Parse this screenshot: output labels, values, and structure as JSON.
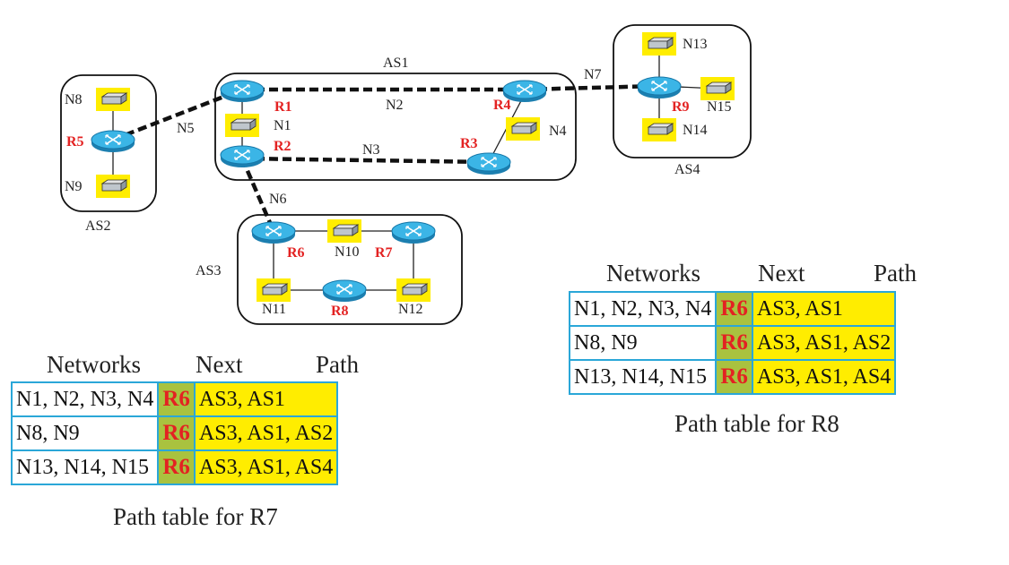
{
  "diagram": {
    "as_labels": [
      "AS1",
      "AS2",
      "AS3",
      "AS4"
    ],
    "routers": [
      "R1",
      "R2",
      "R3",
      "R4",
      "R5",
      "R6",
      "R7",
      "R8",
      "R9"
    ],
    "networks": [
      "N1",
      "N2",
      "N3",
      "N4",
      "N5",
      "N6",
      "N7",
      "N8",
      "N9",
      "N10",
      "N11",
      "N12",
      "N13",
      "N14",
      "N15"
    ],
    "colors": {
      "router": "#29a3d6",
      "host_box": "#ffed00",
      "router_label": "#e32222",
      "next_cell": "#a9c23f",
      "table_border": "#2aa7d8"
    }
  },
  "table_r7": {
    "headers": {
      "networks": "Networks",
      "next": "Next",
      "path": "Path"
    },
    "rows": [
      {
        "networks": "N1, N2, N3, N4",
        "next": "R6",
        "path": "AS3, AS1"
      },
      {
        "networks": "N8, N9",
        "next": "R6",
        "path": "AS3, AS1, AS2"
      },
      {
        "networks": "N13, N14, N15",
        "next": "R6",
        "path": "AS3, AS1, AS4"
      }
    ],
    "caption": "Path table for R7"
  },
  "table_r8": {
    "headers": {
      "networks": "Networks",
      "next": "Next",
      "path": "Path"
    },
    "rows": [
      {
        "networks": "N1, N2, N3, N4",
        "next": "R6",
        "path": "AS3, AS1"
      },
      {
        "networks": "N8, N9",
        "next": "R6",
        "path": "AS3, AS1, AS2"
      },
      {
        "networks": "N13, N14, N15",
        "next": "R6",
        "path": "AS3, AS1, AS4"
      }
    ],
    "caption": "Path table for R8"
  }
}
